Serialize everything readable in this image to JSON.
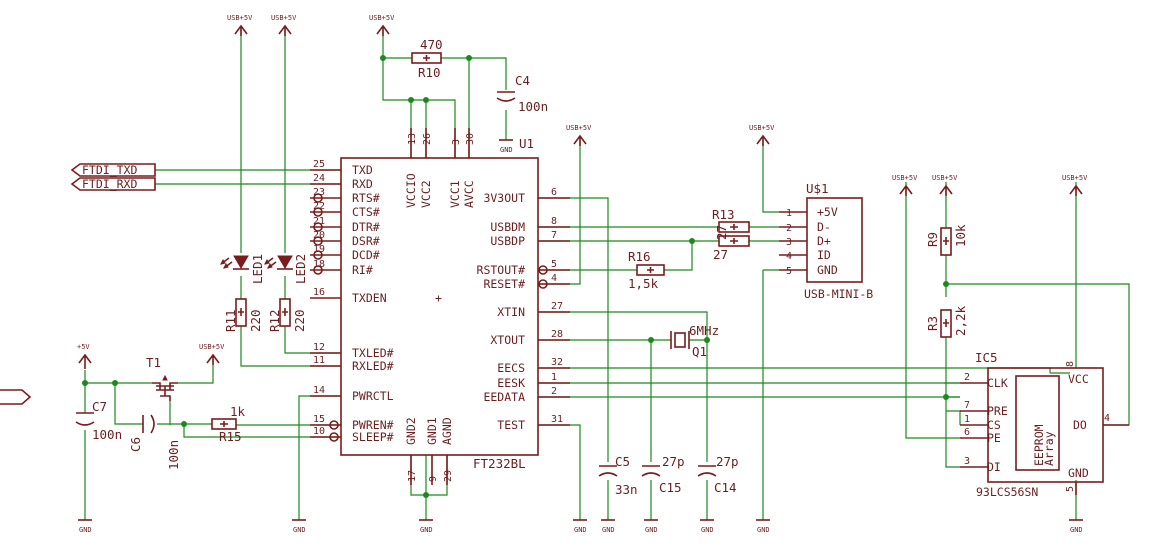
{
  "ft232": {
    "name": "FT232BL",
    "left_pins": [
      {
        "num": "25",
        "name": "TXD"
      },
      {
        "num": "24",
        "name": "RXD"
      },
      {
        "num": "23",
        "name": "RTS#"
      },
      {
        "num": "22",
        "name": "CTS#"
      },
      {
        "num": "21",
        "name": "DTR#"
      },
      {
        "num": "20",
        "name": "DSR#"
      },
      {
        "num": "19",
        "name": "DCD#"
      },
      {
        "num": "18",
        "name": "RI#"
      },
      {
        "num": "16",
        "name": "TXDEN"
      },
      {
        "num": "12",
        "name": "TXLED#"
      },
      {
        "num": "11",
        "name": "RXLED#"
      },
      {
        "num": "14",
        "name": "PWRCTL"
      },
      {
        "num": "15",
        "name": "PWREN#"
      },
      {
        "num": "10",
        "name": "SLEEP#"
      }
    ],
    "right_pins": [
      {
        "num": "6",
        "name": "3V3OUT"
      },
      {
        "num": "8",
        "name": "USBDM"
      },
      {
        "num": "7",
        "name": "USBDP"
      },
      {
        "num": "5",
        "name": "RSTOUT#"
      },
      {
        "num": "4",
        "name": "RESET#"
      },
      {
        "num": "27",
        "name": "XTIN"
      },
      {
        "num": "28",
        "name": "XTOUT"
      },
      {
        "num": "32",
        "name": "EECS"
      },
      {
        "num": "1",
        "name": "EESK"
      },
      {
        "num": "2",
        "name": "EEDATA"
      },
      {
        "num": "31",
        "name": "TEST"
      }
    ],
    "top_pins": [
      {
        "num": "13",
        "name": "VCCIO"
      },
      {
        "num": "26",
        "name": "VCC2"
      },
      {
        "num": "3",
        "name": "VCC1"
      },
      {
        "num": "30",
        "name": "AVCC"
      }
    ],
    "bottom_pins": [
      {
        "num": "17",
        "name": "GND2"
      },
      {
        "num": "9",
        "name": "GND1"
      },
      {
        "num": "29",
        "name": "AGND"
      }
    ],
    "extra": {
      "u1": "U1",
      "plus": "+"
    }
  },
  "usb_conn": {
    "ref": "U$1",
    "name": "USB-MINI-B",
    "pins": [
      {
        "num": "1",
        "name": "+5V"
      },
      {
        "num": "2",
        "name": "D-"
      },
      {
        "num": "3",
        "name": "D+"
      },
      {
        "num": "4",
        "name": "ID"
      },
      {
        "num": "5",
        "name": "GND"
      }
    ]
  },
  "eeprom": {
    "ref": "IC5",
    "name": "93LCS56SN",
    "array1": "EEPROM",
    "array2": "Array",
    "left_pins": [
      {
        "num": "2",
        "name": "CLK"
      },
      {
        "num": "7",
        "name": "PRE"
      },
      {
        "num": "1",
        "name": "CS"
      },
      {
        "num": "6",
        "name": "PE"
      },
      {
        "num": "3",
        "name": "DI"
      }
    ],
    "right_pins": [
      {
        "num": "4",
        "name": "DO"
      }
    ],
    "vcc": "VCC",
    "vcc_num": "8",
    "gnd": "GND",
    "gnd_num": "5"
  },
  "nets": {
    "ftdi_txd": "FTDI_TXD",
    "ftdi_rxd": "FTDI_RXD"
  },
  "supplies": {
    "usb5v": "USB+5V",
    "plus5v": "+5V",
    "gnd": "GND"
  },
  "components": {
    "r10": {
      "ref": "R10",
      "value": "470"
    },
    "r11": {
      "ref": "R11",
      "value": "220"
    },
    "r12": {
      "ref": "R12",
      "value": "220"
    },
    "r13": {
      "ref": "R13",
      "value": "27"
    },
    "r14": {
      "value": "27"
    },
    "r15": {
      "ref": "R15",
      "value": "1k"
    },
    "r16": {
      "ref": "R16",
      "value": "1,5k"
    },
    "r9": {
      "ref": "R9",
      "value": "10k"
    },
    "r3": {
      "ref": "R3",
      "value": "2,2k"
    },
    "c4": {
      "ref": "C4",
      "value": "100n"
    },
    "c5": {
      "ref": "C5",
      "value": "33n"
    },
    "c6": {
      "ref": "C6",
      "value": "100n"
    },
    "c7": {
      "ref": "C7",
      "value": "100n"
    },
    "c14": {
      "ref": "C14",
      "value": "27p"
    },
    "c15": {
      "ref": "C15",
      "value": "27p"
    },
    "q1": {
      "ref": "Q1",
      "value": "6MHz"
    },
    "t1": {
      "ref": "T1"
    },
    "led1": {
      "ref": "LED1"
    },
    "led2": {
      "ref": "LED2"
    }
  }
}
